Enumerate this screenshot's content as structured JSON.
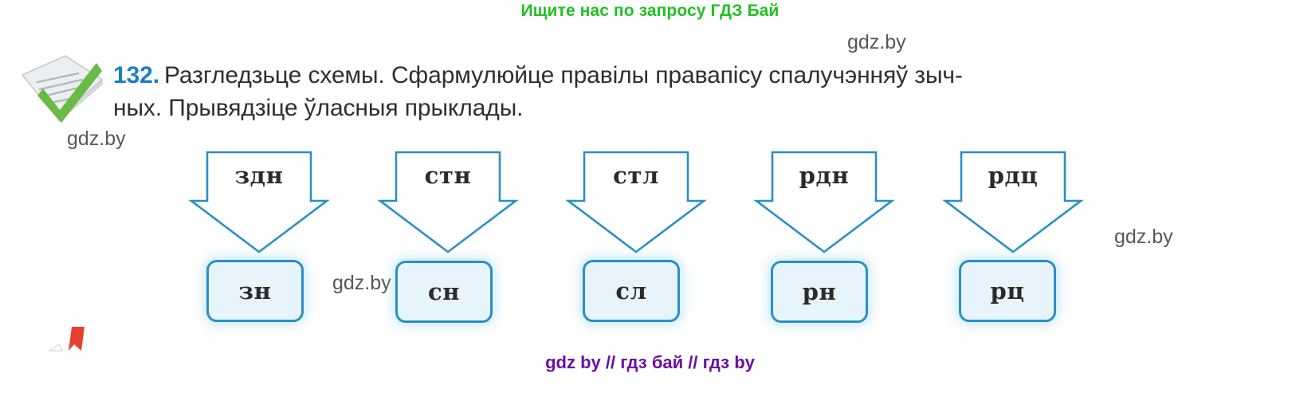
{
  "promo": {
    "top_text": "Ищите нас по запросу ГДЗ Бай",
    "top_color": "#22c022",
    "bottom_text": "gdz by  //  гдз бай  //  гдз by",
    "bottom_color": "#6b0fa8"
  },
  "watermarks": {
    "a": "gdz.by",
    "b": "gdz.by",
    "c": "gdz.by",
    "d": "gdz.by"
  },
  "exercise": {
    "number": "132.",
    "number_color": "#1c7fc4",
    "line1": "Разгледзьце схемы. Сфармулюйце правілы правапісу спалучэнняў зыч-",
    "line2": "ных. Прывядзіце ўласныя прыклады."
  },
  "icons": {
    "document_check": "document-check-icon",
    "red_mark": "red-bookmark-icon"
  },
  "diagram": {
    "outline_color": "#2a8fc4",
    "box_fill": "#e7f4fb",
    "pairs": [
      {
        "cluster": "здн",
        "result": "зн"
      },
      {
        "cluster": "стн",
        "result": "сн"
      },
      {
        "cluster": "стл",
        "result": "сл"
      },
      {
        "cluster": "рдн",
        "result": "рн"
      },
      {
        "cluster": "рдц",
        "result": "рц"
      }
    ]
  }
}
